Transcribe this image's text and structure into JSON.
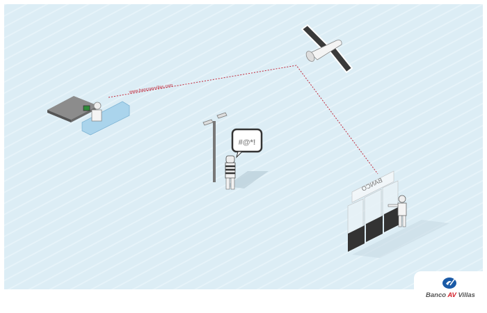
{
  "scene": {
    "url_text": "www.bancoavvillas.com",
    "speech_text": "#@*!",
    "bank_sign": "BANCO"
  },
  "logo": {
    "part1": "Banco",
    "part2": "AV",
    "part3": "Villas",
    "brand_color": "#1a5aa6",
    "accent_color": "#d4202a"
  },
  "colors": {
    "background": "#dcedf5",
    "link_line": "#c0283a"
  }
}
